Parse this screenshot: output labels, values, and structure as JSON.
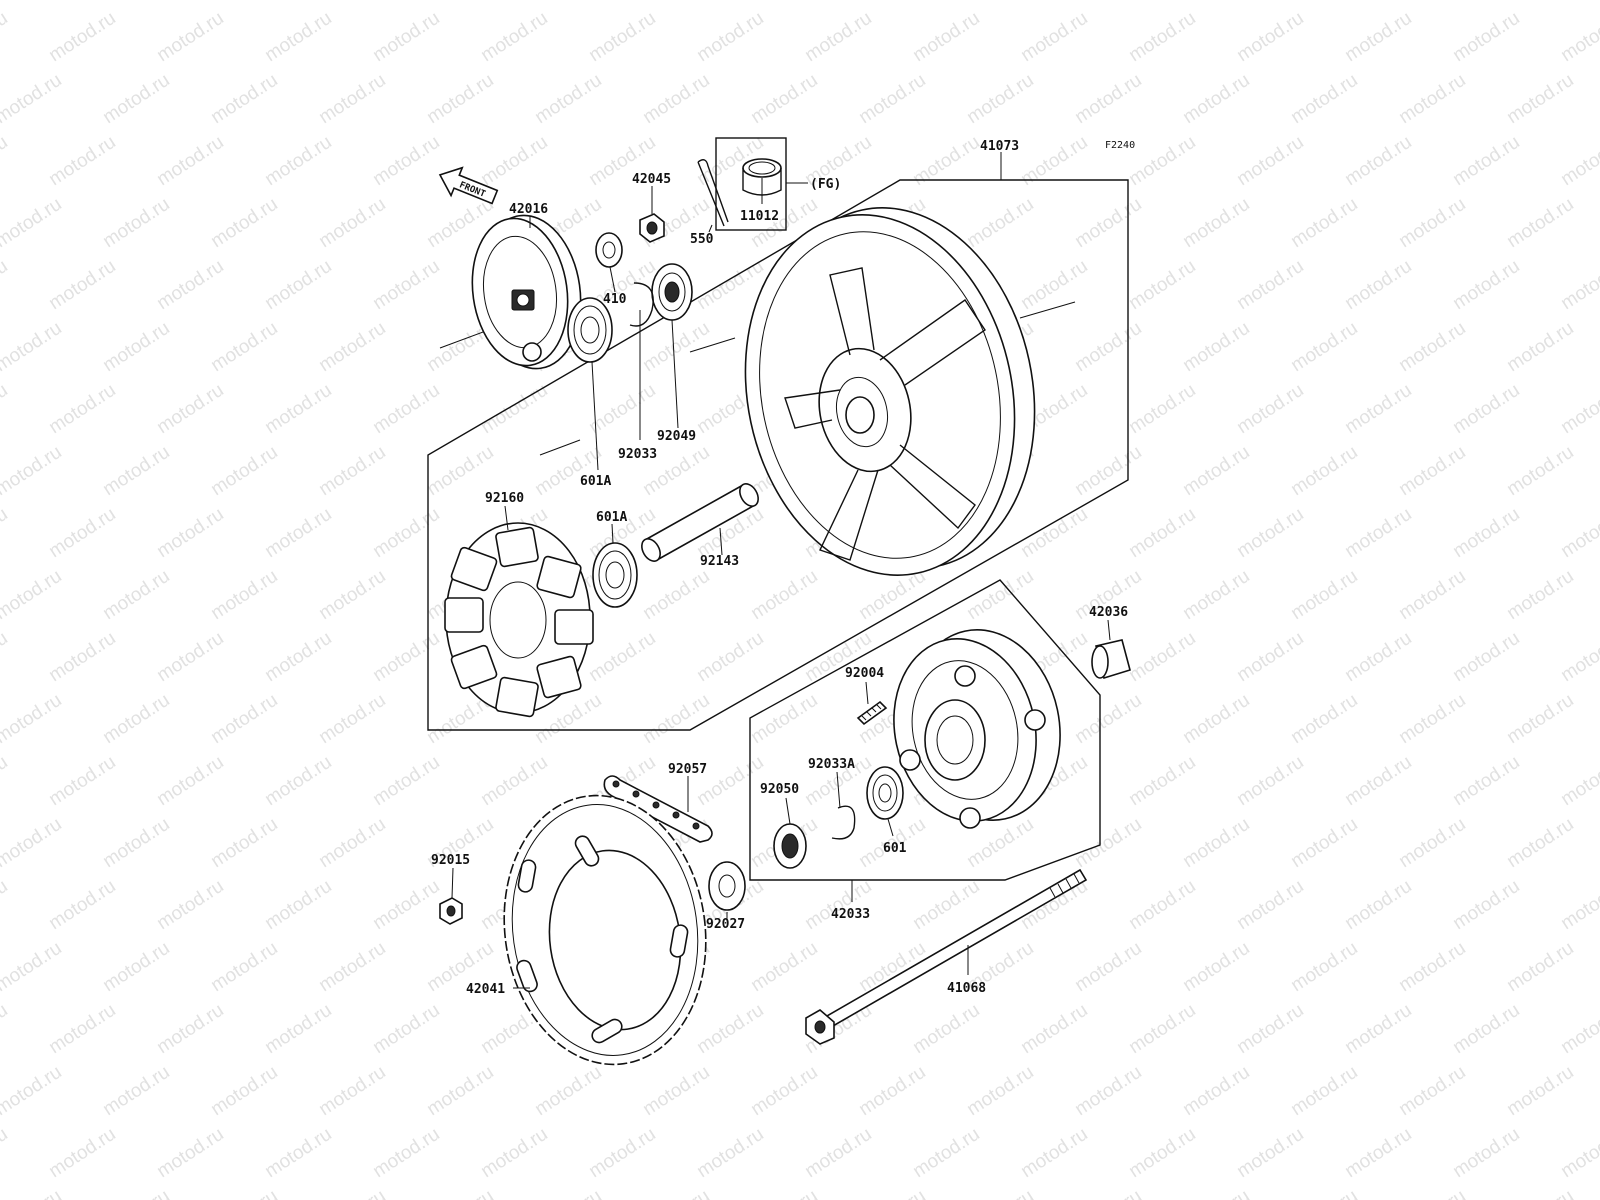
{
  "figure_code": "F2240",
  "front_arrow_text": "FRONT",
  "fg_note": "(FG)",
  "watermark_text": "motod.ru",
  "part_labels": {
    "p41073": "41073",
    "p42016": "42016",
    "p42045": "42045",
    "p550": "550",
    "p11012": "11012",
    "p410": "410",
    "p92049": "92049",
    "p92033": "92033",
    "p601A_top": "601A",
    "p92160": "92160",
    "p601A_mid": "601A",
    "p92143": "92143",
    "p42036": "42036",
    "p92004": "92004",
    "p92057": "92057",
    "p92033A": "92033A",
    "p92050": "92050",
    "p601": "601",
    "p92015": "92015",
    "p92027": "92027",
    "p42033": "42033",
    "p42041": "42041",
    "p41068": "41068"
  },
  "colors": {
    "line": "#111111",
    "watermark": "#c9c9c9",
    "background": "#ffffff"
  }
}
